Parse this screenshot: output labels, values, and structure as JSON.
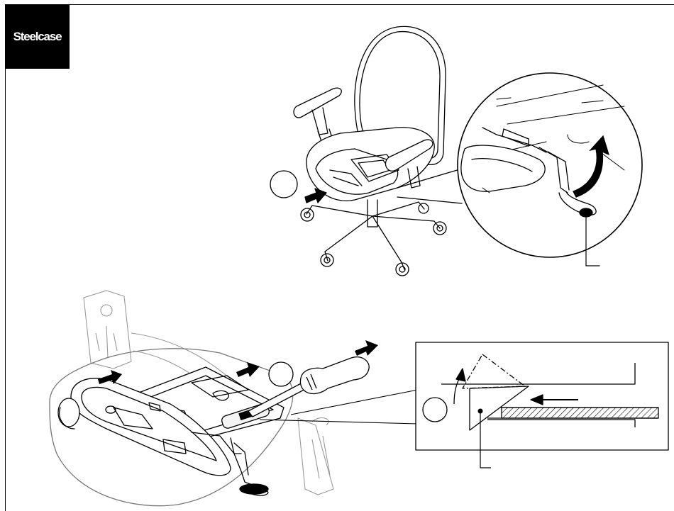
{
  "brand": {
    "name": "Steelcase",
    "logo_bg": "#000000",
    "logo_fg": "#ffffff"
  },
  "figures": [
    {
      "id": "top",
      "subject": "chair",
      "callouts": [
        "circle-marker",
        "detail-magnifier",
        "curved-arrow-up"
      ]
    },
    {
      "id": "bottom",
      "subject": "seat-underside",
      "callouts": [
        "push-arrows",
        "screwdriver",
        "detail-box"
      ]
    }
  ],
  "colors": {
    "line": "#000000",
    "background": "#ffffff",
    "ghost": "#9a9a9a"
  }
}
